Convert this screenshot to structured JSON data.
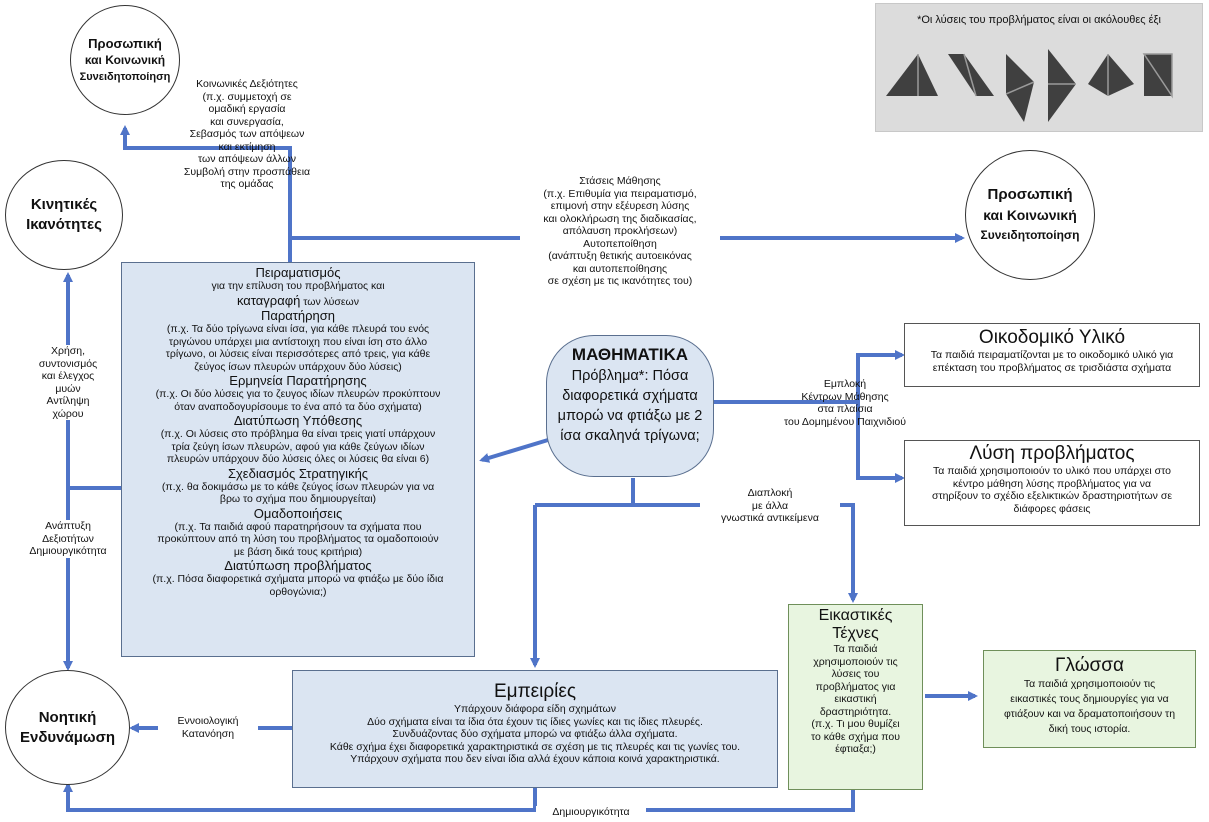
{
  "solutions_note": "*Οι λύσεις του προβλήματος είναι οι ακόλουθες έξι",
  "colors": {
    "arrow": "#4f74c8",
    "blue_box": "#dbe5f2",
    "green_box": "#e8f5e0",
    "shape_dark": "#404040",
    "shape_light": "#9a9a9a"
  },
  "circles": {
    "top_left": [
      "Προσωπική",
      "και Κοινωνική",
      "Συνειδητοποίηση"
    ],
    "right": [
      "Προσωπική",
      "και Κοινωνική",
      "Συνειδητοποίηση"
    ],
    "kinetic": [
      "Κινητικές",
      "Ικανότητες"
    ],
    "noetic": [
      "Νοητική",
      "Ενδυνάμωση"
    ]
  },
  "labels": {
    "social_skills": [
      "Κοινωνικές Δεξιότητες",
      "(π.χ. συμμετοχή σε",
      "ομαδική εργασία",
      "και συνεργασία,",
      "Σεβασμός των απόψεων",
      "και εκτίμηση",
      "των απόψεων άλλων",
      "Συμβολή στην προσπάθεια",
      "της ομάδας"
    ],
    "learning_attitudes": [
      "Στάσεις Μάθησης",
      "(π.χ. Επιθυμία για πειραματισμό,",
      "επιμονή στην εξέυρεση λύσης",
      "και ολοκλήρωση της διαδικασίας,",
      "απόλαυση προκλήσεων)",
      "Αυτοπεποίθηση",
      "(ανάπτυξη θετικής αυτοεικόνας",
      "και αυτοπεποίθησης",
      "σε σχέση με τις ικανότητες του)"
    ],
    "motor_use": [
      "Χρήση,",
      "συντονισμός",
      "και έλεγχος",
      "μυών",
      "Αντίληψη",
      "χώρου"
    ],
    "creativity_dev": [
      "Ανάπτυξη",
      "Δεξιοτήτων",
      "Δημιουργικότητα"
    ],
    "involvement": [
      "Εμπλοκή",
      "Κέντρων Μάθησης",
      "στα πλαίσια",
      "του Δομημένου Παιχνιδιού"
    ],
    "interweave": [
      "Διαπλοκή",
      "με άλλα",
      "γνωστικά αντικείμενα"
    ],
    "conceptual": [
      "Εννοιολογική",
      "Κατανόηση"
    ],
    "creativity_bottom": "Δημιουργικότητα"
  },
  "math": {
    "title": "ΜΑΘΗΜΑΤΙΚΑ",
    "text": [
      "Πρόβλημα*: Πόσα",
      "διαφορετικά σχήματα",
      "μπορώ να φτιάξω με 2",
      "ίσα σκαληνά τρίγωνα;"
    ]
  },
  "process": [
    {
      "h": "Πειραματισμός",
      "lines": [
        "για την επίλυση του προβλήματος και"
      ]
    },
    {
      "h": "καταγραφή",
      "hsuffix": " των λύσεων",
      "lines": []
    },
    {
      "h": "Παρατήρηση",
      "lines": [
        "(π.χ. Τα δύο τρίγωνα είναι ίσα, για κάθε πλευρά του ενός",
        "τριγώνου υπάρχει μια αντίστοιχη που είναι ίση στο άλλο",
        "τρίγωνο, οι λύσεις είναι περισσότερες από τρεις, για κάθε",
        "ζεύγος ίσων πλευρών υπάρχουν δύο λύσεις)"
      ]
    },
    {
      "h": "Ερμηνεία Παρατήρησης",
      "lines": [
        "(π.χ. Οι δύο λύσεις για το ζευγος ιδίων πλευρών προκύπτουν",
        "όταν αναποδογυρίσουμε το ένα από τα δύο σχήματα)"
      ]
    },
    {
      "h": "Διατύπωση Υπόθεσης",
      "lines": [
        "(π.χ. Οι λύσεις στο πρόβλημα θα είναι τρεις γιατί υπάρχουν",
        "τρία ζεύγη ίσων πλευρών, αφού για κάθε ζεύγων ιδίων",
        "πλευρών υπάρχουν δύο λύσεις όλες οι λύσεις θα είναι 6)"
      ]
    },
    {
      "h": "Σχεδιασμός Στρατηγικής",
      "lines": [
        "(π.χ. θα δοκιμάσω με το κάθε ζεύγος ίσων πλευρών για να",
        "βρω το σχήμα που δημιουργείται)"
      ]
    },
    {
      "h": "Ομαδοποιήσεις",
      "lines": [
        "(π.χ. Τα παιδιά αφού παρατηρήσουν τα σχήματα που",
        "προκύπτουν από τη λύση του προβλήματος  τα ομαδοποιούν",
        "με βάση δικά τους κριτήρια)"
      ]
    },
    {
      "h": "Διατύπωση προβλήματος",
      "lines": [
        "(π.χ. Πόσα διαφορετικά σχήματα μπορώ να φτιάξω με δύο ίδια",
        "ορθογώνια;)"
      ]
    }
  ],
  "building": {
    "title": "Οικοδομικό Υλικό",
    "lines": [
      "Τα παιδιά πειραματίζονται με το οικοδομικό υλικό για",
      "επέκταση του προβλήματος σε τρισδιάστα σχήματα"
    ]
  },
  "solving": {
    "title": "Λύση προβλήματος",
    "lines": [
      "Τα παιδιά χρησιμοποιούν το υλικό που υπάρχει στο",
      "κέντρο μάθηση λύσης προβλήματος για να",
      "στηρίξουν το σχέδιο εξελικτικών δραστηριοτήτων σε",
      "διάφορες φάσεις"
    ]
  },
  "experiences": {
    "title": "Εμπειρίες",
    "lines": [
      "Υπάρχουν διάφορα είδη σχημάτων",
      "Δύο σχήματα είναι τα ίδια ότα έχουν τις ίδιες γωνίες και τις ίδιες πλευρές.",
      "Συνδυάζοντας δύο σχήματα μπορώ να φτιάξω άλλα σχήματα.",
      "Κάθε σχήμα έχει διαφορετικά χαρακτηριστικά σε σχέση με τις πλευρές και τις γωνίες του.",
      "Υπάρχουν σχήματα που δεν είναι ίδια αλλά έχουν κάποια κοινά χαρακτηριστικά."
    ]
  },
  "arts": {
    "title": [
      "Εικαστικές",
      "Τέχνες"
    ],
    "lines": [
      "Τα παιδιά",
      "χρησιμοποιούν τις",
      "λύσεις του",
      "προβλήματος για",
      "εικαστική",
      "δραστηριότητα.",
      "(π.χ. Τι μου θυμίζει",
      "το κάθε σχήμα που",
      "έφτιαξα;)"
    ]
  },
  "language": {
    "title": "Γλώσσα",
    "lines": [
      "Τα παιδιά χρησιμοποιούν τις",
      "εικαστικές τους δημιουργίες για να",
      "φτιάξουν και να δραματοποιήσουν τη",
      "δική τους ιστορία."
    ]
  }
}
